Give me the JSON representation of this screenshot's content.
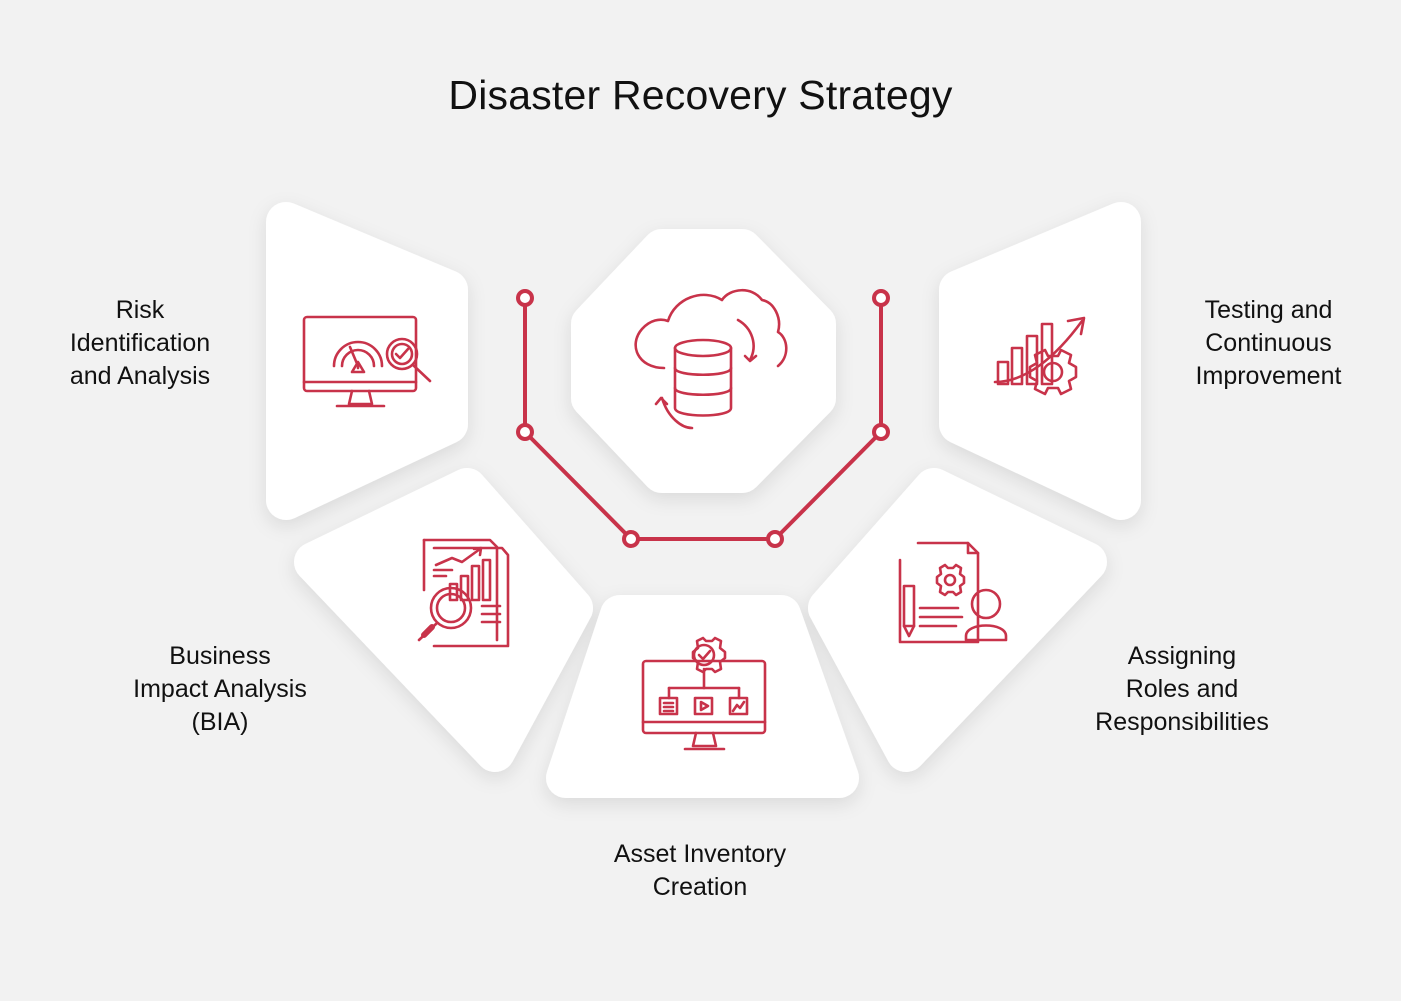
{
  "title": "Disaster Recovery Strategy",
  "accent_color": "#c8334a",
  "steps": [
    {
      "id": "risk",
      "label_lines": [
        "Risk",
        "Identification",
        "and Analysis"
      ],
      "icon": "monitor-risk-check-icon"
    },
    {
      "id": "bia",
      "label_lines": [
        "Business",
        "Impact Analysis",
        "(BIA)"
      ],
      "icon": "report-magnifier-chart-icon"
    },
    {
      "id": "asset",
      "label_lines": [
        "Asset Inventory",
        "Creation"
      ],
      "icon": "monitor-gear-workflow-icon"
    },
    {
      "id": "roles",
      "label_lines": [
        "Assigning",
        "Roles and",
        "Responsibilities"
      ],
      "icon": "document-gear-person-icon"
    },
    {
      "id": "testing",
      "label_lines": [
        "Testing and",
        "Continuous",
        "Improvement"
      ],
      "icon": "growth-chart-gear-icon"
    }
  ],
  "center": {
    "icon": "cloud-database-sync-icon"
  }
}
